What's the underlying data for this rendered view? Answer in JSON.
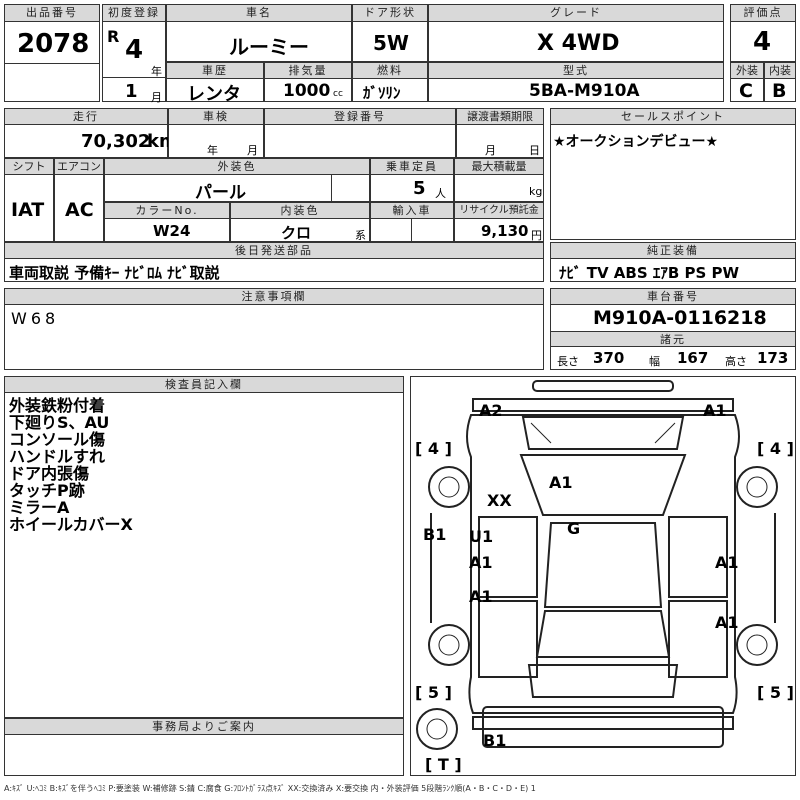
{
  "header": {
    "lot_label": "出品番号",
    "lot_value": "2078",
    "reg_label": "初度登録",
    "era_letter": "R",
    "year_value": "4",
    "year_unit": "年",
    "month_value": "1",
    "month_unit": "月",
    "name_label": "車名",
    "name_value": "ルーミー",
    "door_label": "ドア形状",
    "door_value": "5W",
    "grade_label": "グレード",
    "grade_value": "X 4WD",
    "score_label": "評価点",
    "score_value": "4",
    "history_label": "車歴",
    "history_value": "レンタ",
    "displacement_label": "排気量",
    "displacement_value": "1000",
    "displacement_unit": "cc",
    "fuel_label": "燃料",
    "fuel_value": "ｶﾞｿﾘﾝ",
    "model_label": "型式",
    "model_value": "5BA-M910A",
    "ext_label": "外装",
    "ext_value": "C",
    "int_label": "内装",
    "int_value": "B"
  },
  "row2": {
    "mileage_label": "走行",
    "mileage_value": "70,302",
    "mileage_unit": "km",
    "inspection_label": "車検",
    "year_unit": "年",
    "month_unit": "月",
    "regno_label": "登録番号",
    "transfer_label": "譲渡書類期限",
    "day_unit": "日",
    "salespoint_label": "セールスポイント",
    "salespoint_value": "★オークションデビュー★",
    "shift_label": "シフト",
    "shift_value": "IAT",
    "ac_label": "エアコン",
    "ac_value": "AC",
    "color_label": "外装色",
    "color_value": "パール",
    "capacity_label": "乗車定員",
    "capacity_value": "5",
    "capacity_unit": "人",
    "load_label": "最大積載量",
    "load_unit": "kg",
    "colorno_label": "カラーNo.",
    "colorno_value": "W24",
    "intcolor_label": "内装色",
    "intcolor_value": "クロ",
    "intcolor_unit": "系",
    "import_label": "輸入車",
    "recycle_label": "リサイクル預託金",
    "recycle_value": "9,130",
    "recycle_unit": "円"
  },
  "later_parts": {
    "label": "後日発送部品",
    "value": "車両取説 予備ｷｰ ﾅﾋﾞﾛﾑ ﾅﾋﾞ取説"
  },
  "equipment": {
    "label": "純正装備",
    "value": "ﾅﾋﾞ TV ABS ｴｱB PS PW"
  },
  "caution": {
    "label": "注意事項欄",
    "value": "W68"
  },
  "chassis": {
    "label": "車台番号",
    "value": "M910A-0116218"
  },
  "dims": {
    "label": "諸元",
    "length_label": "長さ",
    "length_value": "370",
    "width_label": "幅",
    "width_value": "167",
    "height_label": "高さ",
    "height_value": "173"
  },
  "inspector": {
    "label": "検査員記入欄",
    "notes": [
      "外装鉄粉付着",
      "下廻りS、AU",
      "コンソール傷",
      "ハンドルすれ",
      "ドア内張傷",
      "タッチP跡",
      "ミラーA",
      "ホイールカバーX"
    ]
  },
  "office": {
    "label": "事務局よりご案内"
  },
  "diagram": {
    "tire_fl": "[ 4 ]",
    "tire_fr": "[ 4 ]",
    "tire_rl": "[ 5 ]",
    "tire_rr": "[ 5 ]",
    "tire_spare": "[ T ]",
    "marks": [
      "A2",
      "A1",
      "XX",
      "A1",
      "G",
      "B1",
      "U1",
      "A1",
      "A1",
      "A1",
      "A1",
      "B1"
    ]
  },
  "legend": "A:ｷｽﾞ U:ﾍｺﾐ B:ｷｽﾞを伴うﾍｺﾐ P:要塗装 W:補修跡 S:錆 C:腐食 G:ﾌﾛﾝﾄｶﾞﾗｽ点ｷｽﾞ XX:交換済み X:要交換 内・外装評価 5段階ﾗﾝｸ順(A・B・C・D・E) 1"
}
